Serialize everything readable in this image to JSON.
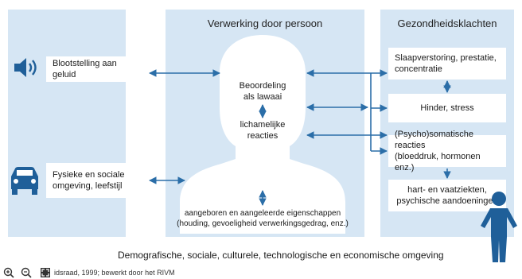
{
  "panels": {
    "left": {},
    "middle": {
      "title": "Verwerking door persoon"
    },
    "right": {
      "title": "Gezondheidsklachten"
    }
  },
  "left_boxes": {
    "exposure": "Blootstelling aan geluid",
    "environment_line1": "Fysieke en sociale",
    "environment_line2": "omgeving, leefstijl"
  },
  "person": {
    "assessment_line1": "Beoordeling",
    "assessment_line2": "als lawaai",
    "body_line1": "lichamelijke",
    "body_line2": "reacties",
    "traits_line1": "aangeboren en aangeleerde eigenschappen",
    "traits_line2": "(houding, gevoeligheid verwerkingsgedrag, enz.)"
  },
  "right_boxes": {
    "sleep_line1": "Slaapverstoring, prestatie,",
    "sleep_line2": "concentratie",
    "annoyance": "Hinder, stress",
    "psycho_line1": "(Psycho)somatische reacties",
    "psycho_line2": "(bloeddruk, hormonen enz.)",
    "heart_line1": "hart- en vaatziekten,",
    "heart_line2": "psychische aandoeningen"
  },
  "footer": "Demografische, sociale, culturele, technologische en economische omgeving",
  "caption": "idsraad, 1999; bewerkt door het RIVM",
  "icons": {
    "speaker": "speaker-icon",
    "car": "car-icon",
    "person_figure": "person-figure-icon",
    "zoom_in": "zoom-in-icon",
    "zoom_out": "zoom-out-icon",
    "fullscreen": "fullscreen-icon"
  },
  "colors": {
    "panel": "#d6e6f4",
    "icon": "#1f5f99",
    "arrow": "#2b6ea8"
  }
}
